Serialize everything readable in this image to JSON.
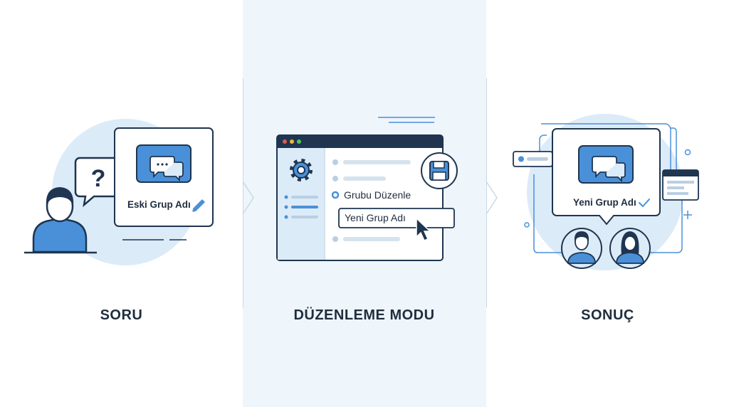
{
  "panels": [
    {
      "id": "question",
      "label": "SORU",
      "card_text": "Eski Grup Adı"
    },
    {
      "id": "edit-mode",
      "label": "DÜZENLEME MODU",
      "menu_item": "Grubu Düzenle",
      "input_value": "Yeni Grup Adı"
    },
    {
      "id": "result",
      "label": "SONUÇ",
      "card_text": "Yeni Grup Adı"
    }
  ],
  "colors": {
    "primary": "#4a90d9",
    "dark": "#1f3550",
    "light_circle": "#dcebf8",
    "middle_bg": "#eef5fb",
    "line": "#b9cfe3"
  },
  "icons": [
    "person-icon",
    "question-bubble-icon",
    "chat-bubbles-icon",
    "pencil-icon",
    "gear-icon",
    "save-icon",
    "cursor-icon",
    "check-icon",
    "user-avatar-icon"
  ]
}
